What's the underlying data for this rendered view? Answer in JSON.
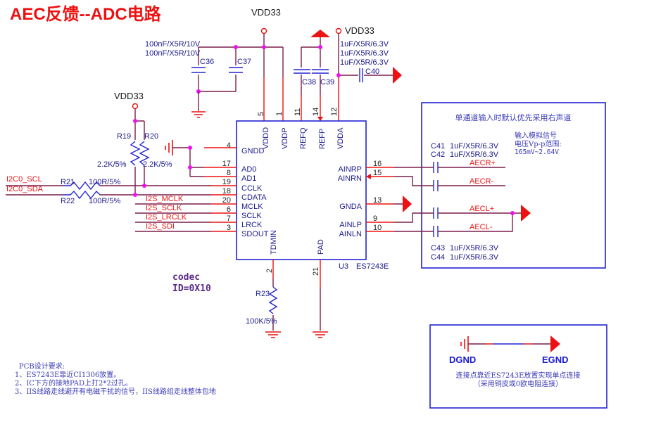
{
  "title": "AEC反馈--ADC电路",
  "colors": {
    "title": "#ee1111",
    "wire": "#7a1f4a",
    "pin_wire": "#ee1111",
    "component": "#2323d4",
    "junction": "#ee11ee",
    "note_text": "#3a3ab8"
  },
  "power_labels": {
    "vdd_top": "VDD33",
    "vdd_right": "VDD33",
    "vdd_left": "VDD33"
  },
  "capacitors": {
    "c36": {
      "ref": "C36",
      "value": "100nF/X5R/10V"
    },
    "c37": {
      "ref": "C37",
      "value": "100nF/X5R/10V"
    },
    "c38": {
      "ref": "C38",
      "value": "1uF/X5R/6.3V"
    },
    "c39": {
      "ref": "C39",
      "value": "1uF/X5R/6.3V"
    },
    "c40": {
      "ref": "C40",
      "value": "1uF/X5R/6.3V"
    },
    "c41": {
      "ref": "C41",
      "value": "1uF/X5R/6.3V"
    },
    "c42": {
      "ref": "C42",
      "value": "1uF/X5R/6.3V"
    },
    "c43": {
      "ref": "C43",
      "value": "1uF/X5R/6.3V"
    },
    "c44": {
      "ref": "C44",
      "value": "1uF/X5R/6.3V"
    }
  },
  "resistors": {
    "r19": {
      "ref": "R19",
      "value": "2.2K/5%"
    },
    "r20": {
      "ref": "R20",
      "value": "2.2K/5%"
    },
    "r21": {
      "ref": "R21",
      "value": "100R/5%"
    },
    "r22": {
      "ref": "R22",
      "value": "100R/5%"
    },
    "r23": {
      "ref": "R23",
      "value": "100K/5%"
    }
  },
  "chip": {
    "ref": "U3",
    "part": "ES7243E",
    "top_pins": [
      {
        "num": "5",
        "name": "VDDD"
      },
      {
        "num": "1",
        "name": "VDDP"
      },
      {
        "num": "11",
        "name": "REFQ"
      },
      {
        "num": "14",
        "name": "REFP"
      },
      {
        "num": "12",
        "name": "VDDA"
      }
    ],
    "left_pins": [
      {
        "num": "4",
        "name": "GNDD"
      },
      {
        "num": "17",
        "name": "AD0"
      },
      {
        "num": "8",
        "name": "AD1"
      },
      {
        "num": "19",
        "name": "CCLK"
      },
      {
        "num": "18",
        "name": "CDATA"
      },
      {
        "num": "20",
        "name": "MCLK"
      },
      {
        "num": "6",
        "name": "SCLK"
      },
      {
        "num": "7",
        "name": "LRCK"
      },
      {
        "num": "3",
        "name": "SDOUT"
      }
    ],
    "right_pins": [
      {
        "num": "16",
        "name": "AINRP"
      },
      {
        "num": "15",
        "name": "AINRN"
      },
      {
        "num": "13",
        "name": "GNDA"
      },
      {
        "num": "9",
        "name": "AINLP"
      },
      {
        "num": "10",
        "name": "AINLN"
      }
    ],
    "bottom_pins": [
      {
        "num": "2",
        "name": "TDMIN"
      },
      {
        "num": "21",
        "name": "PAD"
      }
    ]
  },
  "nets": {
    "i2c_scl": "I2C0_SCL",
    "i2c_sda": "I2C0_SDA",
    "i2s_mclk": "I2S_MCLK",
    "i2s_sclk": "I2S_SCLK",
    "i2s_lrclk": "I2S_LRCLK",
    "i2s_sdi": "I2S_SDI",
    "aecr_p": "AECR+",
    "aecr_n": "AECR-",
    "aecl_p": "AECL+",
    "aecl_n": "AECL-"
  },
  "codec_note": {
    "line1": "codec",
    "line2": "ID=0X10"
  },
  "input_box": {
    "heading": "单通道输入时默认优先采用右声道",
    "signal_line1": "输入模拟信号",
    "signal_line2": "电压Vp-p范围:",
    "signal_line3": "165mV~2.64V"
  },
  "ground_box": {
    "left_label": "DGND",
    "right_label": "EGND",
    "note_line1": "连接点靠近ES7243E放置实现单点连接",
    "note_line2": "（采用铜皮或0欧电阻连接）"
  },
  "pcb_notes": {
    "heading": "PCB设计要求:",
    "items": [
      "1、ES7243E靠近CI1306放置。",
      "2、IC下方的接地PAD上打2*2过孔。",
      "3、IIS线路走线避开有电磁干扰的信号，IIS线路组走线整体包地"
    ]
  }
}
